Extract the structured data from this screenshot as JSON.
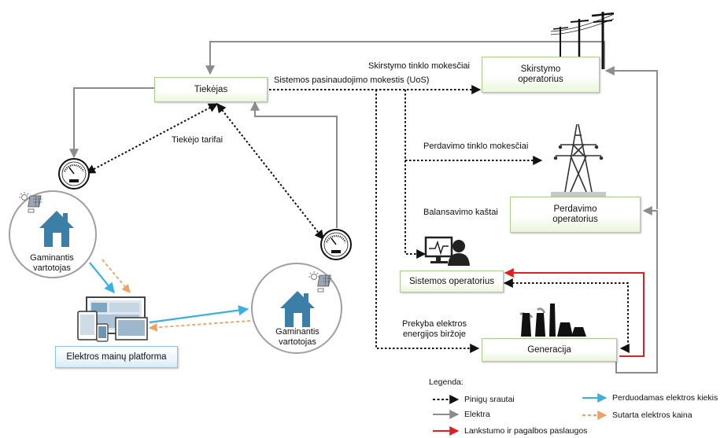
{
  "nodes": {
    "supplier": "Tiekėjas",
    "distribution_operator": "Skirstymo operatorius",
    "transmission_operator": "Perdavimo operatorius",
    "system_operator": "Sistemos operatorius",
    "generation": "Generacija",
    "platform": "Elektros mainų platforma",
    "prosumer_1": "Gaminantis vartotojas",
    "prosumer_2": "Gaminantis vartotojas"
  },
  "flow_labels": {
    "distribution_fees": "Skirstymo tinklo mokesčiai",
    "uos_fee": "Sistemos pasinaudojimo mokestis (UoS)",
    "supplier_tariff": "Tiekėjo tarifai",
    "transmission_fees": "Perdavimo tinklo mokesčiai",
    "balancing_costs": "Balansavimo kaštai",
    "exchange_trading": "Prekyba elektros energijos biržoje"
  },
  "legend": {
    "title": "Legenda:",
    "items": [
      {
        "label": "Pinigų srautai",
        "style": "dotted",
        "color": "#111111"
      },
      {
        "label": "Perduodamas elektros kiekis",
        "style": "solid",
        "color": "#3bb0e0"
      },
      {
        "label": "Elektra",
        "style": "solid",
        "color": "#8c8c8c"
      },
      {
        "label": "Sutarta elektros kaina",
        "style": "dashed",
        "color": "#f0a060"
      },
      {
        "label": "Lankstumo ir pagalbos paslaugos",
        "style": "solid",
        "color": "#e02020"
      }
    ]
  },
  "icons": [
    "electricity-meter-icon",
    "house-icon",
    "solar-panel-icon",
    "power-line-pole-icon",
    "transmission-tower-icon",
    "operator-workstation-icon",
    "power-plant-icon",
    "devices-icon"
  ],
  "colors": {
    "money_flow": "#111111",
    "electricity": "#8c8c8c",
    "energy_transfer": "#3bb0e0",
    "agreed_price": "#f0a060",
    "flexibility": "#e02020",
    "house": "#3b7fa8"
  }
}
